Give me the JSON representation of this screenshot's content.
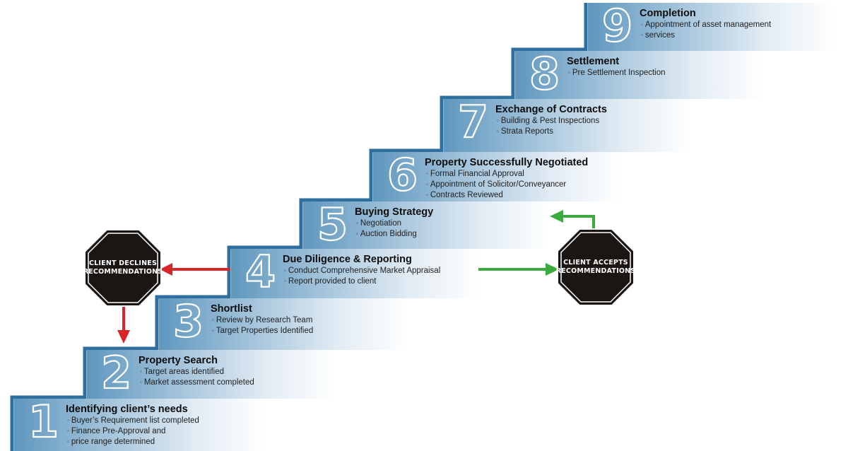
{
  "steps": [
    {
      "number": "1",
      "title": "Identifying client’s needs",
      "items": [
        "Buyer’s Requirement list completed",
        "Finance Pre-Approval and",
        "price range determined"
      ]
    },
    {
      "number": "2",
      "title": "Property Search",
      "items": [
        "Target areas identified",
        "Market assessment completed"
      ]
    },
    {
      "number": "3",
      "title": "Shortlist",
      "items": [
        "Review by Research Team",
        "Target Properties Identified"
      ]
    },
    {
      "number": "4",
      "title": "Due Diligence & Reporting",
      "items": [
        "Conduct Comprehensive Market Appraisal",
        "Report provided to client"
      ]
    },
    {
      "number": "5",
      "title": "Buying Strategy",
      "items": [
        "Negotiation",
        "Auction Bidding"
      ]
    },
    {
      "number": "6",
      "title": "Property Successfully Negotiated",
      "items": [
        "Formal Financial Approval",
        "Appointment of Solicitor/Conveyancer",
        "Contracts Reviewed"
      ]
    },
    {
      "number": "7",
      "title": "Exchange of Contracts",
      "items": [
        "Building & Pest Inspections",
        "Strata Reports"
      ]
    },
    {
      "number": "8",
      "title": "Settlement",
      "items": [
        "Pre Settlement Inspection"
      ]
    },
    {
      "number": "9",
      "title": "Completion",
      "items": [
        "Appointment of asset management",
        "services"
      ]
    }
  ],
  "stop_signs": {
    "declines": {
      "line1": "CLIENT DECLINES",
      "line2": "RECOMMENDATIONS"
    },
    "accepts": {
      "line1": "CLIENT ACCEPTS",
      "line2": "RECOMMENDATIONS"
    }
  },
  "colors": {
    "step_outline": "#2f6f9f",
    "step_fill_dark": "#5f97be",
    "stop_sign": "#1a1614",
    "decline_arrow": "#d9242a",
    "accept_arrow": "#3bab3d"
  },
  "icons": {
    "bullet": "◦"
  }
}
